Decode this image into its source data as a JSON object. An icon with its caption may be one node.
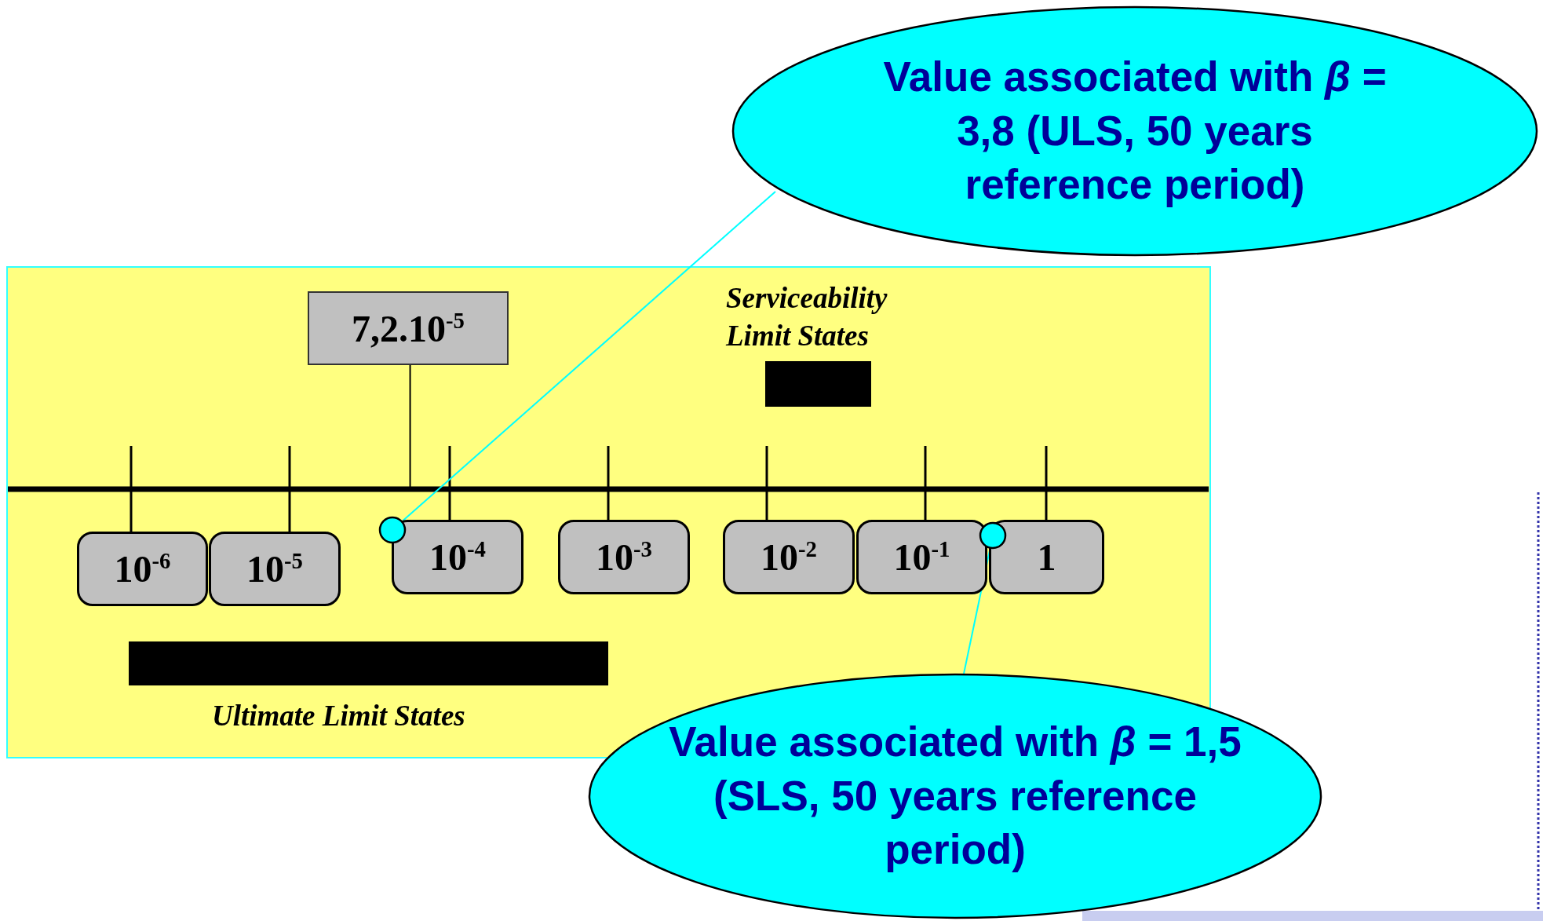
{
  "diagram": {
    "nodes": [
      {
        "text": [
          "Value associated with *β* = 3,8 (ULS, 50 years reference period)"
        ]
      },
      {
        "text": [
          "7,2.10$^{-5}$"
        ]
      },
      {
        "text": [
          "10$^{-6}$"
        ]
      },
      {
        "text": [
          "10$^{-5}$"
        ]
      },
      {
        "text": [
          "10$^{-4}$"
        ]
      },
      {
        "text": [
          "10$^{-3}$"
        ]
      },
      {
        "text": [
          "10$^{-2}$"
        ]
      },
      {
        "text": [
          "10$^{-1}$"
        ]
      },
      {
        "text": [
          "1"
        ]
      },
      {
        "text": [],
        "shape": "circle"
      },
      {
        "text": [],
        "shape": "circle"
      },
      {
        "text": [
          "Value associated with *β* = 1,5 (SLS, 50 years reference period)"
        ]
      }
    ],
    "edges": [
      {
        "from": 0,
        "to": 9,
        "arrow": "none"
      },
      {
        "from": 11,
        "to": 10,
        "arrow": "none"
      },
      {
        "from": 1,
        "to": null,
        "arrow": "none",
        "color": "#000000"
      }
    ],
    "labels": [
      "Serviceability Limit States",
      "Ultimate Limit States"
    ]
  }
}
